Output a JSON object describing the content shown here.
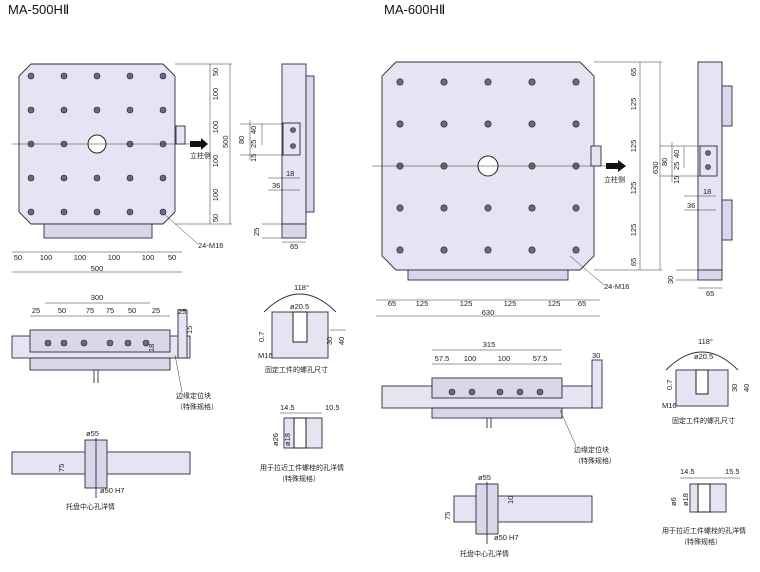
{
  "titles": {
    "left": "MA-500HⅡ",
    "right": "MA-600HⅡ"
  },
  "ma500": {
    "v_dims": [
      "50",
      "100",
      "100",
      "100",
      "100",
      "50"
    ],
    "total_v": "500",
    "h_dims": [
      "50",
      "100",
      "100",
      "100",
      "100",
      "50"
    ],
    "total_h": "500",
    "holes": "24-M16",
    "column_side": "立柱侧",
    "side": {
      "d40": "40",
      "d25": "25",
      "d80": "80",
      "d15": "15",
      "d36": "36",
      "d18": "18",
      "d25b": "25",
      "d65": "65"
    },
    "front": {
      "total": "300",
      "segs": [
        "25",
        "50",
        "75",
        "75",
        "50",
        "25"
      ],
      "right25": "25",
      "d18": "18",
      "d15": "15",
      "edge_locator": "边缘定位块",
      "special": "（特殊规格）"
    },
    "bolt": {
      "angle": "118°",
      "dia": "ø20.5",
      "d07": "0.7",
      "d30": "30",
      "d40": "40",
      "thread": "M16",
      "caption": "固定工件的螺孔尺寸"
    },
    "pull": {
      "d14": "14.5",
      "d10": "10.5",
      "d26": "ø26",
      "d18": "ø18",
      "caption1": "用于拉近工件螺栓的孔洋情",
      "caption2": "（特殊规格）"
    },
    "center": {
      "d55": "ø55",
      "d75": "75",
      "d50": "ø50 H7",
      "caption": "托盘中心孔洋情"
    }
  },
  "ma600": {
    "v_dims": [
      "65",
      "125",
      "125",
      "125",
      "125",
      "65"
    ],
    "total_v": "630",
    "h_dims": [
      "65",
      "125",
      "125",
      "125",
      "125",
      "65"
    ],
    "total_h": "630",
    "holes": "24-M16",
    "column_side": "立柱侧",
    "side": {
      "d40": "40",
      "d25": "25",
      "d80": "80",
      "d15": "15",
      "d36": "36",
      "d18": "18",
      "d30": "30",
      "d65": "65"
    },
    "front": {
      "total": "315",
      "segs": [
        "57.5",
        "100",
        "100",
        "57.5"
      ],
      "right30": "30",
      "edge_locator": "边缘定位块",
      "special": "（特殊规格）"
    },
    "bolt": {
      "angle": "118°",
      "dia": "ø20.5",
      "d07": "0.7",
      "d30": "30",
      "d40": "40",
      "thread": "M16",
      "caption": "固定工件的螺孔尺寸"
    },
    "pull": {
      "d14": "14.5",
      "d15": "15.5",
      "d6": "ø6",
      "d18": "ø18",
      "caption1": "用于拉近工件螺栓的孔洋情",
      "caption2": "（特殊规格）"
    },
    "center": {
      "d55": "ø55",
      "d10": "10",
      "d75": "75",
      "d50": "ø50 H7",
      "caption": "托盘中心孔洋情"
    }
  }
}
